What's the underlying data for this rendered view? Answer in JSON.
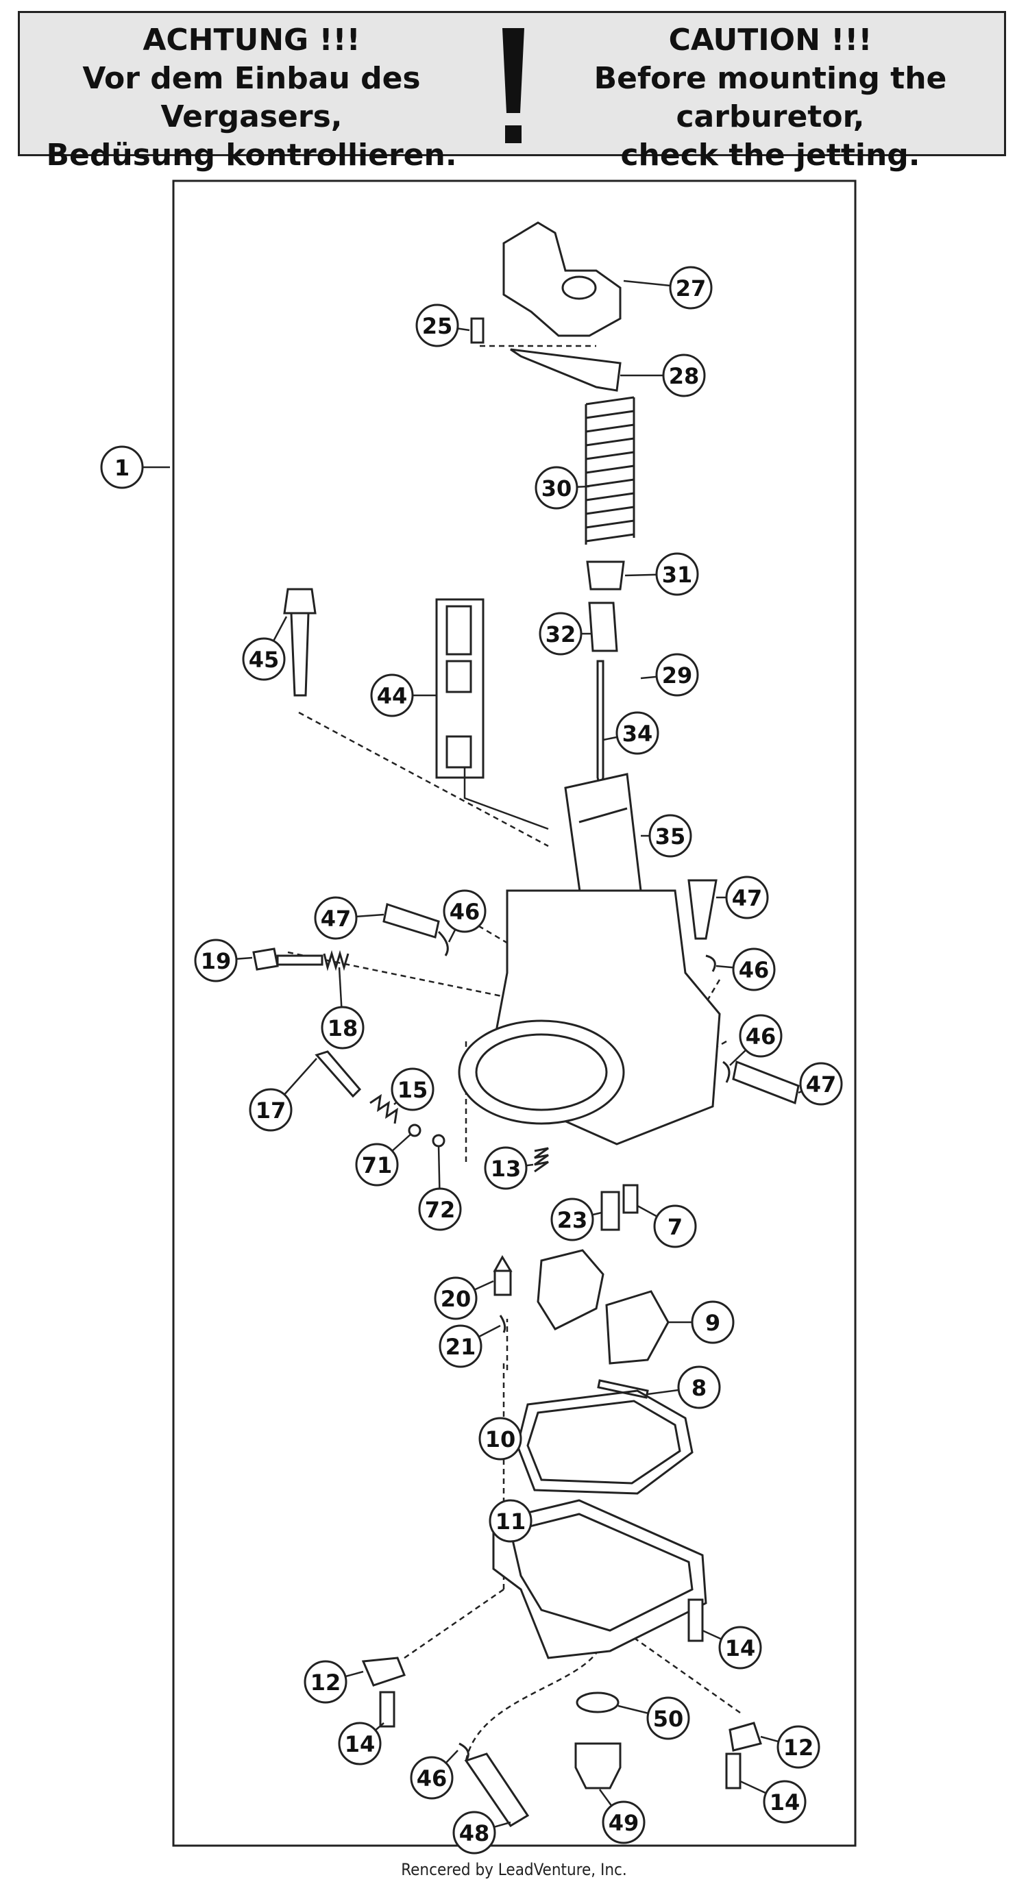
{
  "banner": {
    "left_title": "ACHTUNG !!!",
    "left_line1": "Vor dem Einbau des Vergasers,",
    "left_line2": "Bedüsung kontrollieren.",
    "right_title": "CAUTION !!!",
    "right_line1": "Before mounting the carburetor,",
    "right_line2": "check the jetting."
  },
  "callouts": [
    {
      "id": "c1",
      "label": "1"
    },
    {
      "id": "c27",
      "label": "27"
    },
    {
      "id": "c25",
      "label": "25"
    },
    {
      "id": "c28",
      "label": "28"
    },
    {
      "id": "c30",
      "label": "30"
    },
    {
      "id": "c31",
      "label": "31"
    },
    {
      "id": "c32",
      "label": "32"
    },
    {
      "id": "c29",
      "label": "29"
    },
    {
      "id": "c34",
      "label": "34"
    },
    {
      "id": "c45",
      "label": "45"
    },
    {
      "id": "c44",
      "label": "44"
    },
    {
      "id": "c35",
      "label": "35"
    },
    {
      "id": "c47a",
      "label": "47"
    },
    {
      "id": "c46a",
      "label": "46"
    },
    {
      "id": "c47b",
      "label": "47"
    },
    {
      "id": "c46b",
      "label": "46"
    },
    {
      "id": "c19",
      "label": "19"
    },
    {
      "id": "c18",
      "label": "18"
    },
    {
      "id": "c46c",
      "label": "46"
    },
    {
      "id": "c47c",
      "label": "47"
    },
    {
      "id": "c17",
      "label": "17"
    },
    {
      "id": "c15",
      "label": "15"
    },
    {
      "id": "c71",
      "label": "71"
    },
    {
      "id": "c72",
      "label": "72"
    },
    {
      "id": "c13",
      "label": "13"
    },
    {
      "id": "c23",
      "label": "23"
    },
    {
      "id": "c7",
      "label": "7"
    },
    {
      "id": "c20",
      "label": "20"
    },
    {
      "id": "c9",
      "label": "9"
    },
    {
      "id": "c21",
      "label": "21"
    },
    {
      "id": "c8",
      "label": "8"
    },
    {
      "id": "c10",
      "label": "10"
    },
    {
      "id": "c11",
      "label": "11"
    },
    {
      "id": "c14a",
      "label": "14"
    },
    {
      "id": "c12a",
      "label": "12"
    },
    {
      "id": "c14b",
      "label": "14"
    },
    {
      "id": "c50",
      "label": "50"
    },
    {
      "id": "c12b",
      "label": "12"
    },
    {
      "id": "c46d",
      "label": "46"
    },
    {
      "id": "c14c",
      "label": "14"
    },
    {
      "id": "c48",
      "label": "48"
    },
    {
      "id": "c49",
      "label": "49"
    }
  ],
  "footer": "Rencered by LeadVenture, Inc."
}
